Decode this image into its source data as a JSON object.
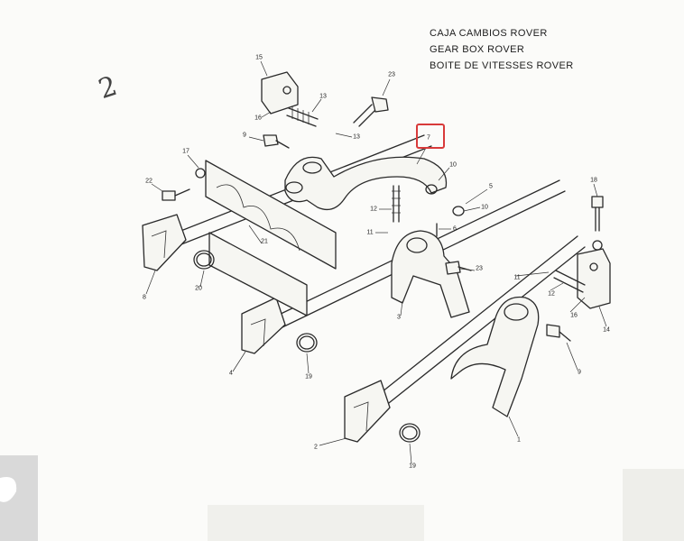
{
  "title": {
    "line1": "CAJA CAMBIOS ROVER",
    "line2": "GEAR BOX ROVER",
    "line3": "BOITE DE VITESSES ROVER"
  },
  "handwritten_mark": "2",
  "callouts": {
    "n15": "15",
    "n23": "23",
    "n13a": "13",
    "n16a": "16",
    "n13b": "13",
    "n9a": "9",
    "n17": "17",
    "n7": "7",
    "n10a": "10",
    "n5": "5",
    "n10b": "10",
    "n22": "22",
    "n12a": "12",
    "n11a": "11",
    "n6": "6",
    "n21": "21",
    "n18": "18",
    "n23b": "23",
    "n11b": "11",
    "n12b": "12",
    "n8": "8",
    "n20": "20",
    "n3": "3",
    "n16b": "16",
    "n14": "14",
    "n4": "4",
    "n19a": "19",
    "n9b": "9",
    "n1": "1",
    "n2": "2",
    "n19b": "19"
  },
  "highlight": {
    "label_ref": "7",
    "color": "#d83a3a"
  }
}
